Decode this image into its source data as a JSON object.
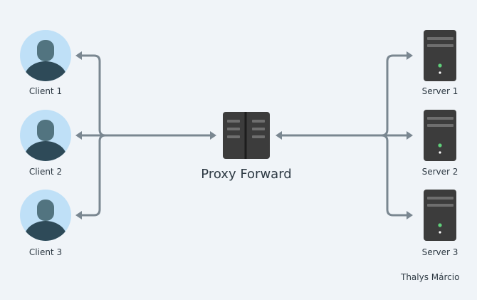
{
  "clients": [
    {
      "label": "Client 1"
    },
    {
      "label": "Client 2"
    },
    {
      "label": "Client 3"
    }
  ],
  "servers": [
    {
      "label": "Server 1"
    },
    {
      "label": "Server 2"
    },
    {
      "label": "Server 3"
    }
  ],
  "proxy": {
    "label": "Proxy Forward",
    "icon": "proxy-server-icon"
  },
  "author": "Thalys Márcio",
  "colors": {
    "background": "#f0f4f8",
    "connector": "#7a8791",
    "avatar_bg": "#bfe0f7",
    "avatar_head": "#527480",
    "avatar_body": "#2e4a58",
    "device": "#3c3c3c",
    "device_slot": "#6e6e6e",
    "status_led": "#5fd07a",
    "power_led": "#ffffff",
    "text": "#2e3a44"
  }
}
